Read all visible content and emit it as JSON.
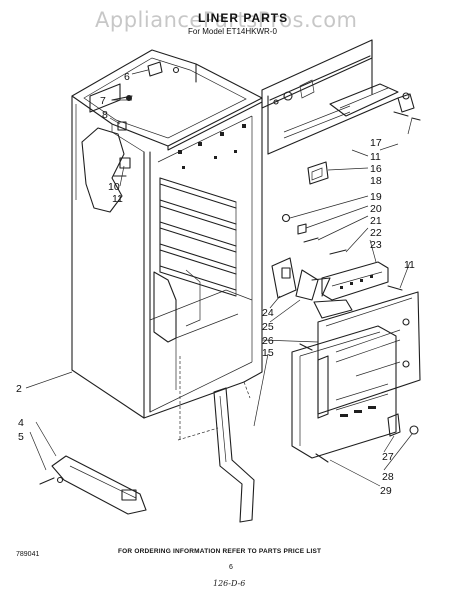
{
  "watermark": "AppliancePartsPros.com",
  "title": "LINER PARTS",
  "model_line": "For Model ET14HKWR-0",
  "callouts": [
    "2",
    "4",
    "5",
    "6",
    "7",
    "8",
    "10",
    "11",
    "11",
    "11",
    "15",
    "16",
    "17",
    "18",
    "19",
    "20",
    "21",
    "22",
    "23",
    "24",
    "25",
    "26",
    "27",
    "28",
    "29"
  ],
  "footer": {
    "code": "789041",
    "ordering_note": "FOR ORDERING INFORMATION REFER TO PARTS PRICE LIST",
    "page_number": "6",
    "handwritten_ref": "126-D-6"
  }
}
